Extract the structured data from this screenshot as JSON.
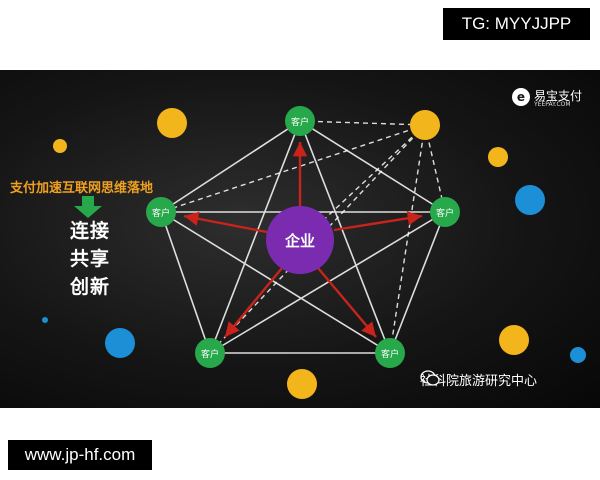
{
  "top_tag": "TG: MYYJJPP",
  "bottom_tag": "www.jp-hf.com",
  "logo": {
    "name": "易宝支付",
    "sub": "YEEPAY.COM",
    "mark_icon": "yeepay-logo-icon"
  },
  "slogan": "支付加速互联网思维落地",
  "keywords": [
    "连接",
    "共享",
    "创新"
  ],
  "center_label": "企业",
  "client_label": "客户",
  "watermark": "社科院旅游研究中心",
  "colors": {
    "center": "#7b2bb0",
    "client": "#27a84a",
    "gold": "#f2b51c",
    "blue": "#1c8fd6",
    "red": "#c0251c",
    "slogan": "#f0a020"
  }
}
